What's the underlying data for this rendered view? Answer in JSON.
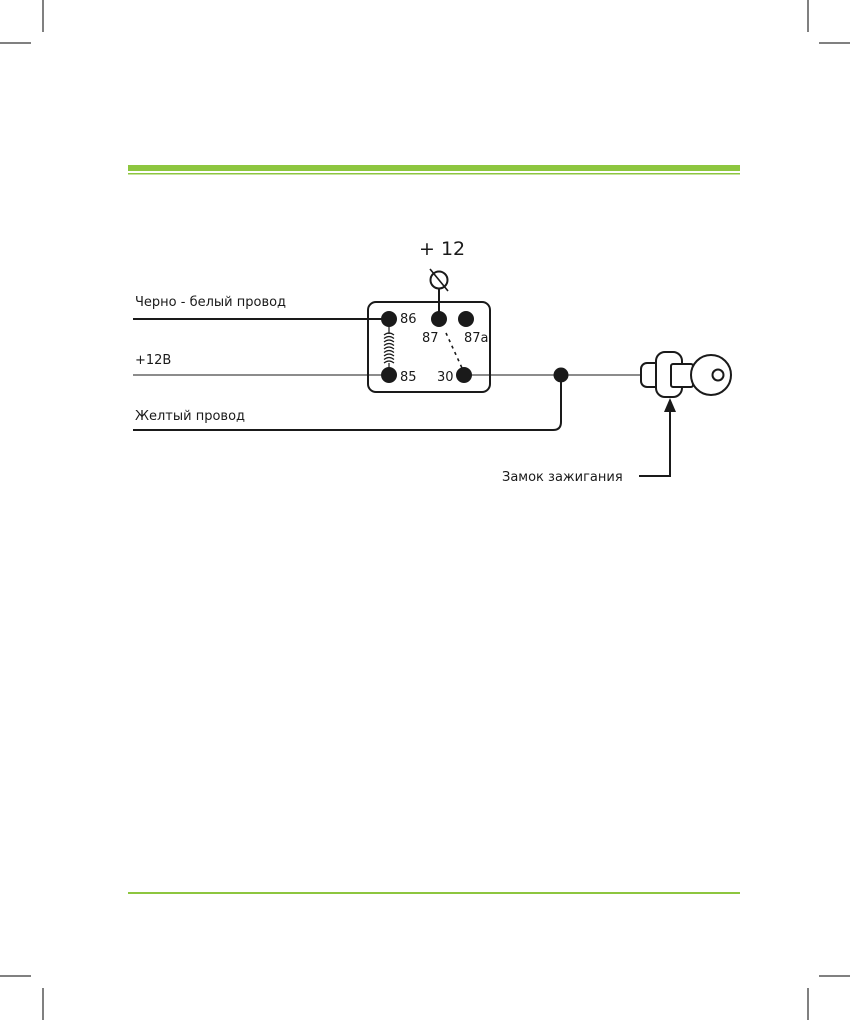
{
  "theme": {
    "accent": "#8dc63f",
    "ink": "#1a1a1a"
  },
  "diagram": {
    "supply_label": "+ 12",
    "wires": {
      "black_white": "Черно - белый провод",
      "plus12v": "+12В",
      "yellow": "Желтый  провод"
    },
    "relay": {
      "pins": {
        "p86": "86",
        "p87": "87",
        "p87a": "87a",
        "p85": "85",
        "p30": "30"
      }
    },
    "ignition_label": "Замок зажигания"
  }
}
